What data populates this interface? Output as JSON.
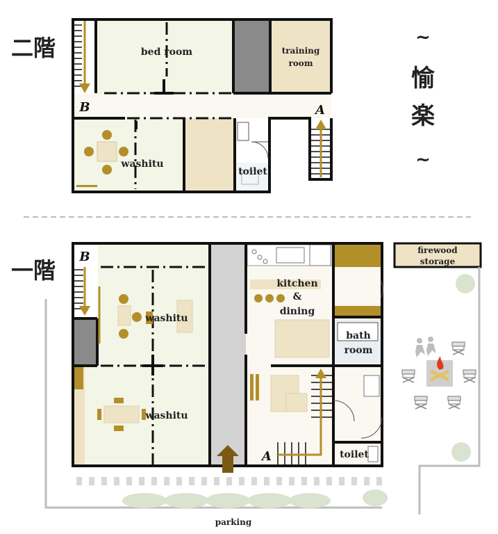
{
  "floors": {
    "upper": {
      "label": "二階"
    },
    "lower": {
      "label": "一階"
    }
  },
  "side_title": {
    "tilde_top": "~",
    "char1": "愉",
    "char2": "楽",
    "tilde_bottom": "~"
  },
  "upper_rooms": {
    "bedroom": "bed room",
    "training_line1": "training",
    "training_line2": "room",
    "washitu": "washitu",
    "toilet": "toilet",
    "marker_a": "A",
    "marker_b": "B"
  },
  "lower_rooms": {
    "washitu_top": "washitu",
    "washitu_bottom": "washitu",
    "kitchen_line1": "kitchen",
    "kitchen_line2": "&",
    "kitchen_line3": "dining",
    "bath_line1": "bath",
    "bath_line2": "room",
    "toilet": "toilet",
    "firewood_line1": "firewood",
    "firewood_line2": "storage",
    "parking": "parking",
    "marker_a": "A",
    "marker_b": "B"
  },
  "icons": {
    "fire_pit": "campfire-icon",
    "chair": "camp-chair-icon",
    "people": "dancing-people-icon",
    "entrance": "entrance-arrow-icon"
  },
  "colors": {
    "wall": "#111111",
    "gold": "#b38f2a",
    "tatami": "#f3f5e6",
    "wood": "#efe3c6",
    "corridor": "#fbf7f1",
    "concrete": "#d2d2d2",
    "storage": "#8a8a8a",
    "tree": "#d9e3cf"
  }
}
